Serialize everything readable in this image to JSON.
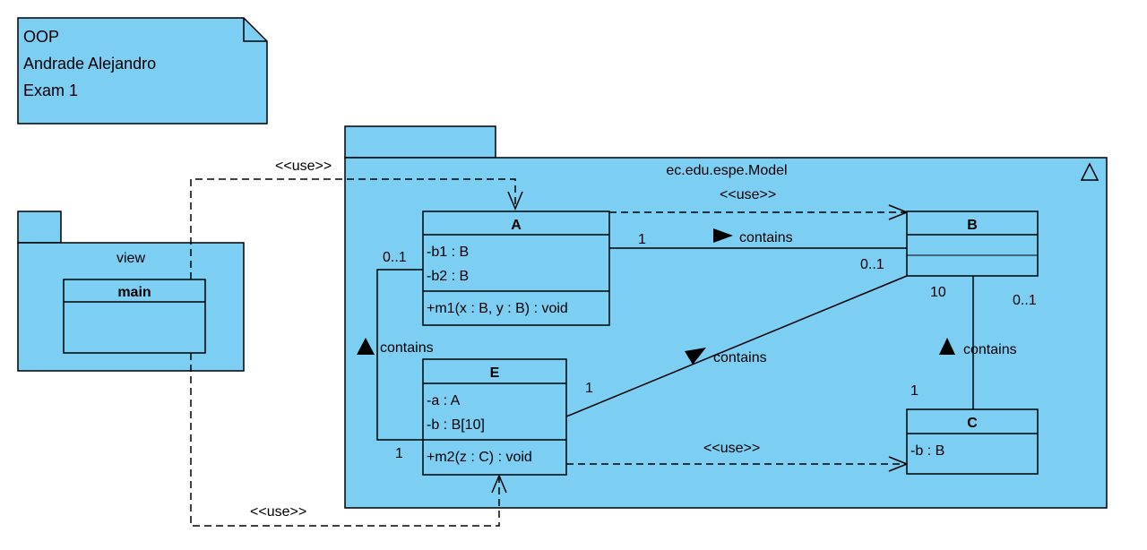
{
  "colors": {
    "fill": "#7ccff3",
    "stroke": "#000000",
    "background": "#ffffff"
  },
  "note": {
    "lines": [
      "OOP",
      "Andrade Alejandro",
      "Exam 1"
    ]
  },
  "packages": {
    "view": {
      "name": "view"
    },
    "model": {
      "name": "ec.edu.espe.Model",
      "icon": "triangle-icon"
    }
  },
  "classes": {
    "main": {
      "name": "main",
      "attributes": [],
      "operations": []
    },
    "a": {
      "name": "A",
      "attributes": [
        "-b1 : B",
        "-b2 : B"
      ],
      "operations": [
        "+m1(x : B, y : B) : void"
      ]
    },
    "b": {
      "name": "B",
      "attributes": [],
      "operations": []
    },
    "c": {
      "name": "C",
      "attributes": [
        "-b : B"
      ],
      "operations": []
    },
    "e": {
      "name": "E",
      "attributes": [
        "-a : A",
        "-b : B[10]"
      ],
      "operations": [
        "+m2(z : C) : void"
      ]
    }
  },
  "relations": {
    "use_main_a": {
      "label": "<<use>>"
    },
    "use_main_e": {
      "label": "<<use>>"
    },
    "use_a_b": {
      "label": "<<use>>"
    },
    "use_e_c": {
      "label": "<<use>>"
    },
    "a_b": {
      "label": "contains",
      "mult_a": "1",
      "mult_b": "0..1"
    },
    "e_a": {
      "label": "contains",
      "mult_a": "0..1",
      "mult_e": "1"
    },
    "e_b": {
      "label": "contains",
      "mult_e": "1",
      "mult_b": "10"
    },
    "c_b": {
      "label": "contains",
      "mult_c": "1",
      "mult_b": "0..1"
    }
  }
}
